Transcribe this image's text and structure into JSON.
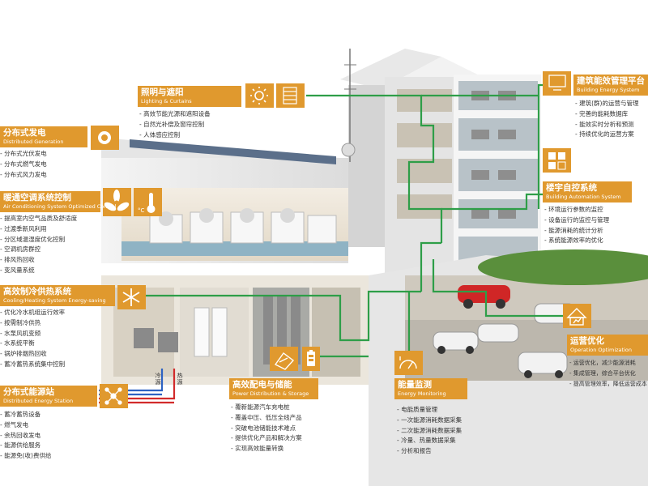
{
  "sections": {
    "lighting": {
      "title_zh": "照明与遮阳",
      "title_en": "Lighting & Curtains",
      "items": [
        "高效节能光源和遮阳设备",
        "自然光补偿及窗帘控制",
        "人体感应控制"
      ]
    },
    "distgen": {
      "title_zh": "分布式发电",
      "title_en": "Distributed Generation",
      "items": [
        "分布式光伏发电",
        "分布式燃气发电",
        "分布式风力发电"
      ]
    },
    "hvac": {
      "title_zh": "暖通空调系统控制",
      "title_en": "Air Conditioning System Optimized Control",
      "items": [
        "提高室内空气品质及舒适度",
        "过渡季新风利用",
        "分区域温湿度优化控制",
        "空调机房群控",
        "排风热回收",
        "变风量系统"
      ]
    },
    "cooling": {
      "title_zh": "高效制冷供热系统",
      "title_en": "Cooling/Heating System Energy-saving",
      "items": [
        "优化冷水机组运行效率",
        "按需制冷供热",
        "水泵风机变频",
        "水系统平衡",
        "锅炉排烟热回收",
        "蓄冷蓄热系统集中控制"
      ]
    },
    "station": {
      "title_zh": "分布式能源站",
      "title_en": "Distributed Energy Station",
      "items": [
        "蓄冷蓄热设备",
        "燃气发电",
        "余热回收发电",
        "能源供给服务",
        "能源免(收)费供给"
      ]
    },
    "power": {
      "title_zh": "高效配电与储能",
      "title_en": "Power Distribution & Storage",
      "items": [
        "覆新能源汽车充电桩",
        "覆盖中压、低压全线产品",
        "突破电池储能技术难点",
        "提供优化产品和解决方案",
        "实现高效能量转换"
      ]
    },
    "monitoring": {
      "title_zh": "能量监测",
      "title_en": "Energy Monitoring",
      "items": [
        "电能质量管理",
        "一次能源消耗数据采集",
        "二次能源消耗数据采集",
        "冷量、热量数据采集",
        "分析和报告"
      ]
    },
    "bems": {
      "title_zh": "建筑能效管理平台",
      "title_en": "Building Energy System",
      "items": [
        "建筑(群)的运营与管理",
        "完善的能耗数据库",
        "能效实时分析和预测",
        "持续优化的运营方案"
      ]
    },
    "bas": {
      "title_zh": "楼宇自控系统",
      "title_en": "Building Automation System",
      "items": [
        "环境运行参数的监控",
        "设备运行的监控与管理",
        "能源消耗的统计分析",
        "系统能源效率的优化"
      ]
    },
    "ops": {
      "title_zh": "运营优化",
      "title_en": "Operation Optimization",
      "items": [
        "运营优化，减少能源消耗",
        "集成管理，综合平台优化",
        "提高管理效率，降低运营成本"
      ]
    }
  },
  "pipes": {
    "cold": "冷源",
    "hot": "热源"
  },
  "icons": [
    "sun-icon",
    "panel-icon",
    "solar-icon",
    "fan-icon",
    "thermometer-icon",
    "snowflake-icon",
    "network-icon",
    "power-box-icon",
    "battery-icon",
    "meter-icon",
    "computer-icon",
    "building-control-icon",
    "house-icon"
  ],
  "colors": {
    "accent": "#e0992e",
    "line": "#2e9e48",
    "cold_pipe": "#2d62c2",
    "hot_pipe": "#d22b2b",
    "roof_green": "#5a8f3c"
  }
}
